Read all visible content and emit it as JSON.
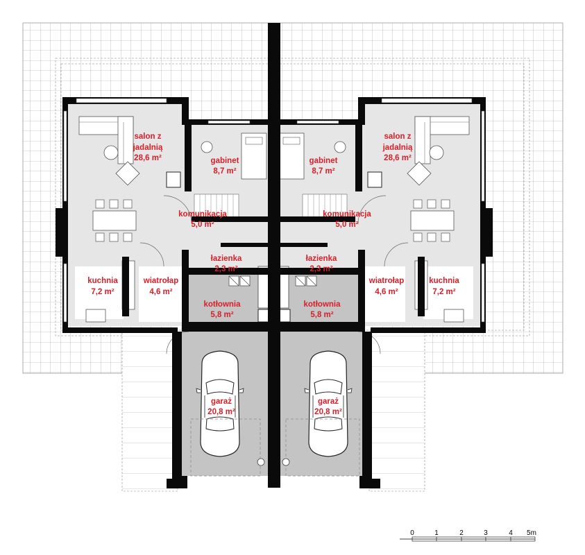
{
  "colors": {
    "wall": "#0a0a0a",
    "room_fill": "#e6e6e6",
    "utility_fill": "#c4c4c4",
    "grid_line": "#9a9a9a",
    "label": "#d6202a"
  },
  "rooms": {
    "salon_left": [
      "salon z",
      "jadalnią",
      "28,6 m²"
    ],
    "salon_right": [
      "salon z",
      "jadalnią",
      "28,6 m²"
    ],
    "gabinet_left": [
      "gabinet",
      "8,7 m²"
    ],
    "gabinet_right": [
      "gabinet",
      "8,7 m²"
    ],
    "komunikacja_left": [
      "komunikacja",
      "5,0 m²"
    ],
    "komunikacja_right": [
      "komunikacja",
      "5,0 m²"
    ],
    "lazienka_left": [
      "łazienka",
      "2,3 m²"
    ],
    "lazienka_right": [
      "łazienka",
      "2,3 m²"
    ],
    "kuchnia_left": [
      "kuchnia",
      "7,2 m²"
    ],
    "kuchnia_right": [
      "kuchnia",
      "7,2 m²"
    ],
    "wiatrolap_left": [
      "wiatrołap",
      "4,6 m²"
    ],
    "wiatrolap_right": [
      "wiatrołap",
      "4,6 m²"
    ],
    "kotlownia_left": [
      "kotłownia",
      "5,8 m²"
    ],
    "kotlownia_right": [
      "kotłownia",
      "5,8 m²"
    ],
    "garaz_left": [
      "garaż",
      "20,8 m²"
    ],
    "garaz_right": [
      "garaż",
      "20,8 m²"
    ]
  },
  "scale_bar": {
    "ticks": [
      "0",
      "1",
      "2",
      "3",
      "4"
    ],
    "end_label": "5m"
  },
  "icons": [
    "car-icon",
    "sofa-icon",
    "bed-icon",
    "toilet-icon",
    "boiler-icon",
    "stove-icon",
    "stairs-icon"
  ]
}
